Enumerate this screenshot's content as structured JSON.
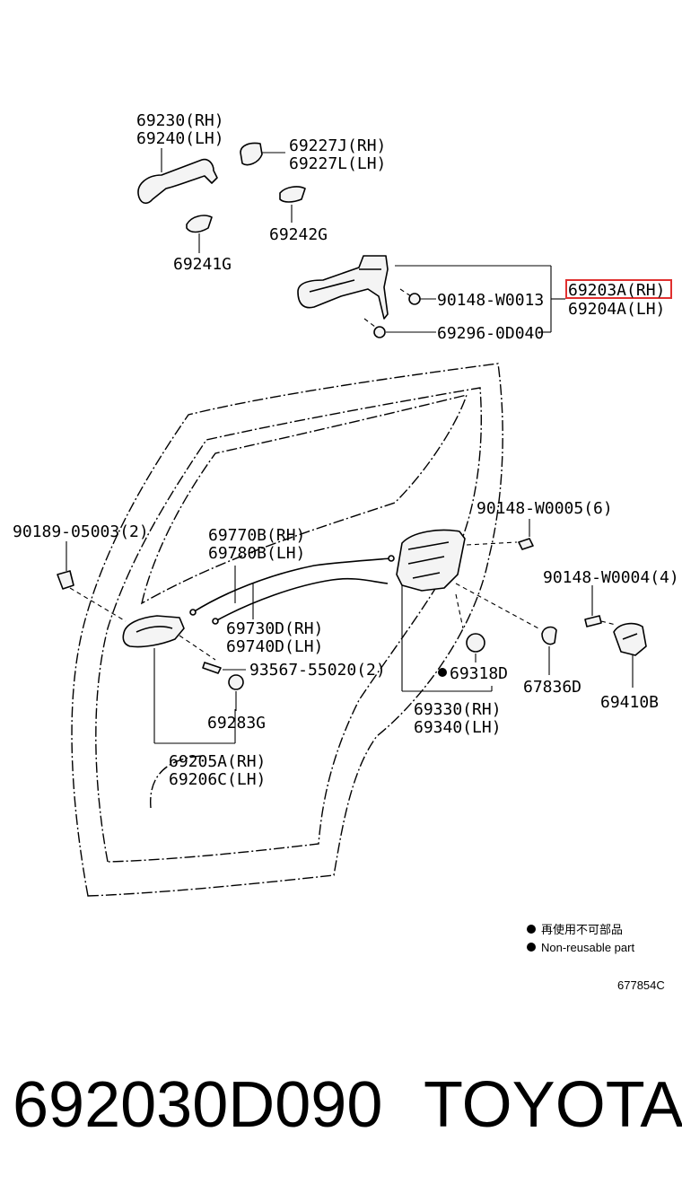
{
  "labels": {
    "handle_rh": "69230(RH)",
    "handle_lh": "69240(LH)",
    "cover_rh": "69227J(RH)",
    "cover_lh": "69227L(LH)",
    "pad_g": "69242G",
    "pad_241g": "69241G",
    "bolt_w0013": "90148-W0013",
    "frame_rh": "69203A(RH)",
    "frame_lh": "69204A(LH)",
    "screw_0d040": "69296-0D040",
    "clip_05003": "90189-05003(2)",
    "cable_rh": "69770B(RH)",
    "cable_lh": "69780B(LH)",
    "bolt_w0005": "90148-W0005(6)",
    "bolt_w0004": "90148-W0004(4)",
    "cable2_rh": "69730D(RH)",
    "cable2_lh": "69740D(LH)",
    "screw_55020": "93567-55020(2)",
    "cap_283g": "69283G",
    "lock_plug": "69318D",
    "grommet": "67836D",
    "striker": "69410B",
    "lock_rh": "69330(RH)",
    "lock_lh": "69340(LH)",
    "inner_rh": "69205A(RH)",
    "inner_lh": "69206C(LH)"
  },
  "legend": {
    "jp": "再使用不可部品",
    "en": "Non-reusable part"
  },
  "diagram_code": "677854C",
  "footer": {
    "part_number": "692030D090",
    "brand": "TOYOTA"
  },
  "highlight_color": "#e0302f"
}
